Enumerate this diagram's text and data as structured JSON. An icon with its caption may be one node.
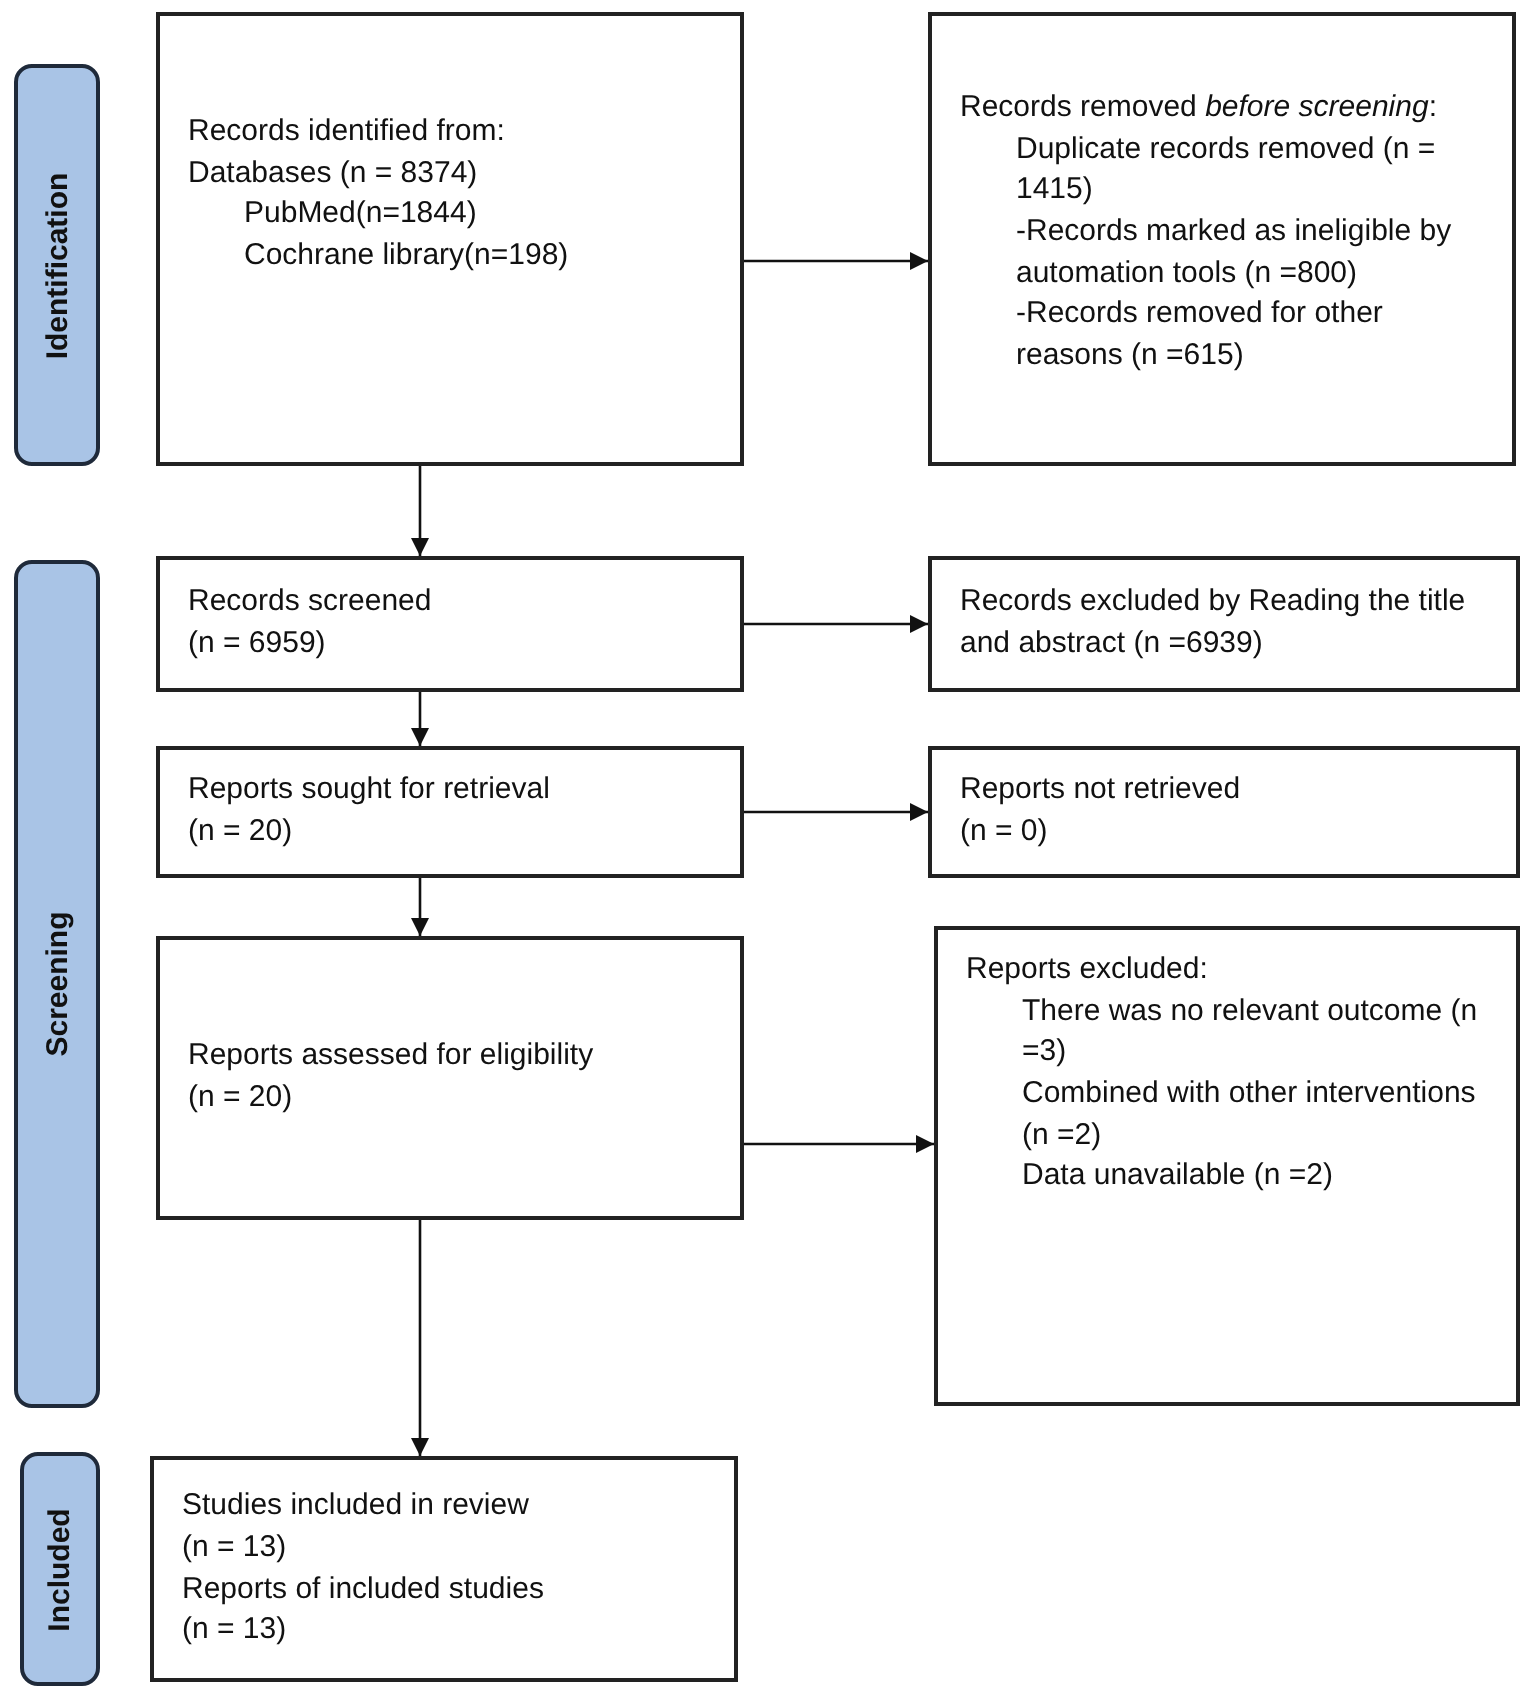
{
  "diagram": {
    "nodes": [
      {
        "text": [
          "Identification"
        ]
      },
      {
        "text": [
          "Screening"
        ]
      },
      {
        "text": [
          "Included"
        ]
      },
      {
        "text": [
          "Records identified from:",
          "Databases (n = 8374)",
          "PubMed(n=1844)",
          "Cochrane library(n=198)"
        ]
      },
      {
        "text": [
          "Records removed *before screening*:",
          "Duplicate records removed (n = 1415)",
          "-Records marked as ineligible by automation tools (n =800)",
          "-Records removed for other reasons (n =615)"
        ]
      },
      {
        "text": [
          "Records screened",
          "(n = 6959)"
        ]
      },
      {
        "text": [
          "Records excluded by Reading the title and abstract (n =6939)"
        ]
      },
      {
        "text": [
          "Reports sought for retrieval",
          "(n = 20)"
        ]
      },
      {
        "text": [
          "Reports not retrieved",
          "(n = 0)"
        ]
      },
      {
        "text": [
          "Reports assessed for eligibility",
          "(n = 20)"
        ]
      },
      {
        "text": [
          "Reports excluded:",
          "There was no relevant outcome (n =3)",
          "Combined with other interventions (n =2)",
          "Data unavailable (n =2)"
        ]
      },
      {
        "text": [
          "Studies included in review",
          "(n = 13)",
          "Reports of included studies",
          "(n = 13)"
        ]
      }
    ],
    "edges": [
      {
        "from": 3,
        "to": 4,
        "arrow": "to"
      },
      {
        "from": 3,
        "to": 5,
        "arrow": "to"
      },
      {
        "from": 5,
        "to": 6,
        "arrow": "to"
      },
      {
        "from": 5,
        "to": 7,
        "arrow": "to"
      },
      {
        "from": 7,
        "to": 8,
        "arrow": "to"
      },
      {
        "from": 7,
        "to": 9,
        "arrow": "to"
      },
      {
        "from": 9,
        "to": 10,
        "arrow": "to"
      },
      {
        "from": 9,
        "to": 11,
        "arrow": "to"
      }
    ]
  }
}
